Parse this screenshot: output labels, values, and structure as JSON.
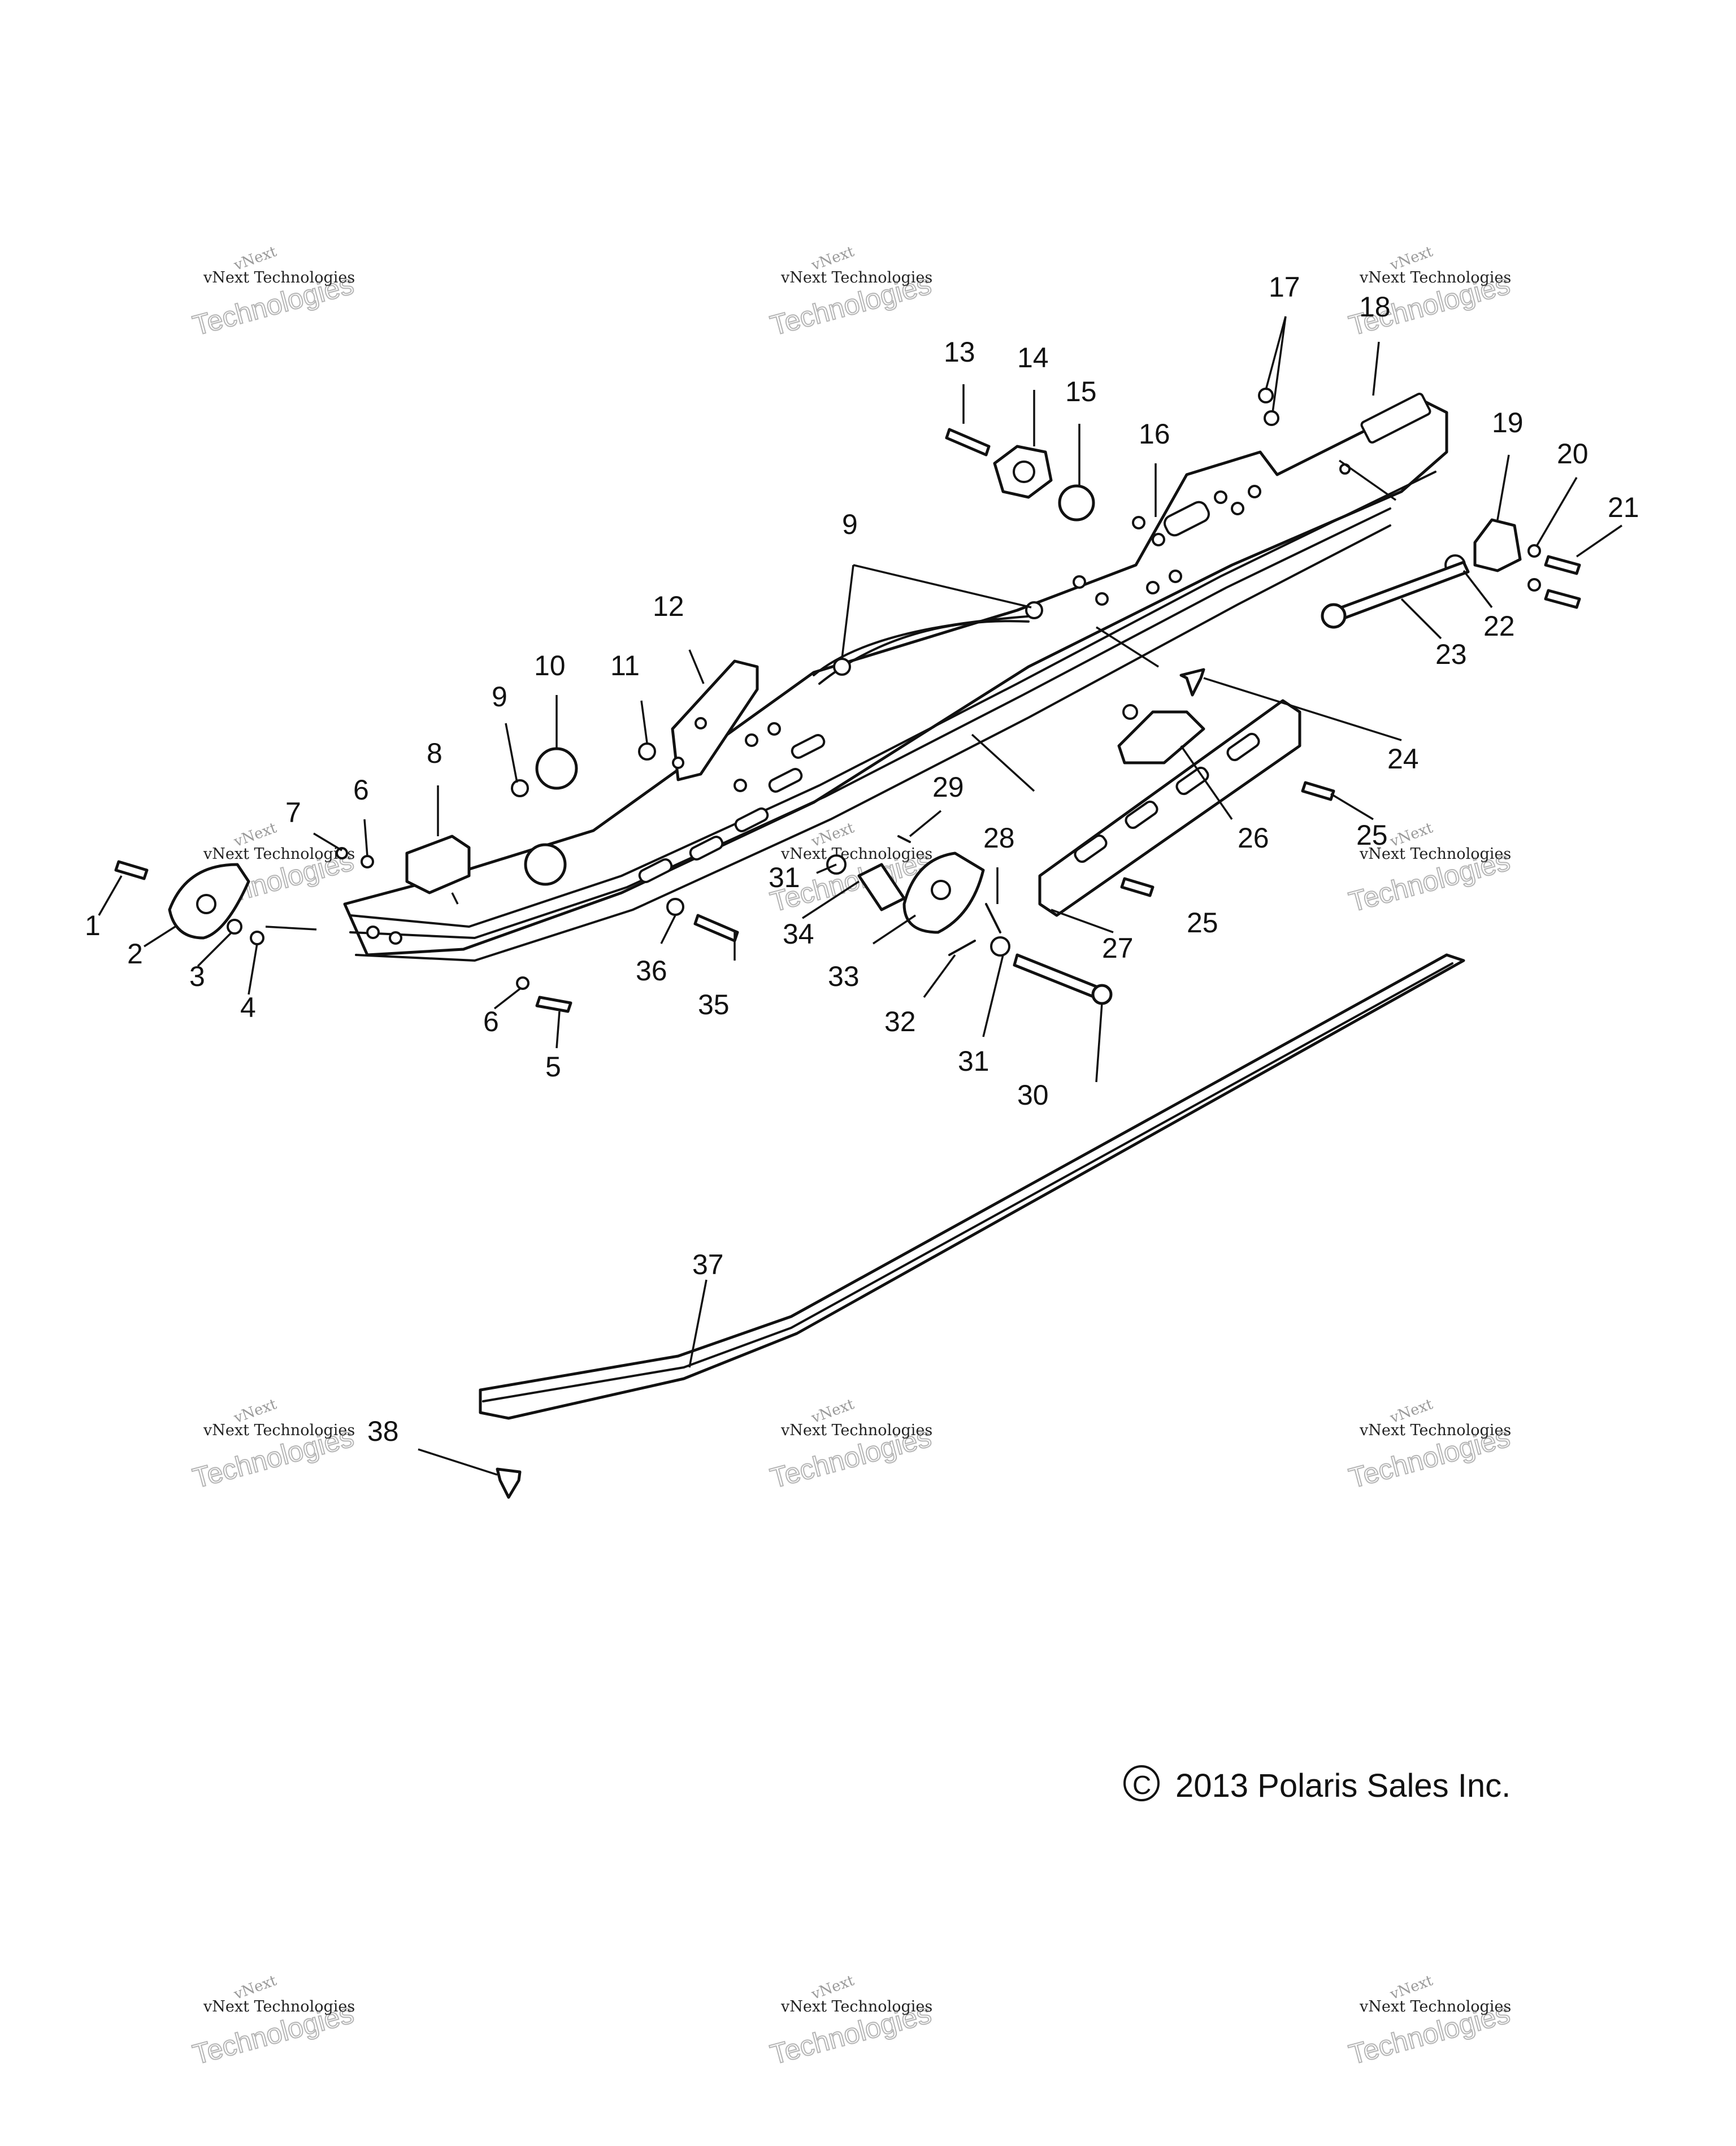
{
  "callouts": [
    "1",
    "2",
    "3",
    "4",
    "5",
    "6",
    "6",
    "7",
    "8",
    "9",
    "9",
    "10",
    "11",
    "12",
    "13",
    "14",
    "15",
    "16",
    "17",
    "18",
    "19",
    "20",
    "21",
    "22",
    "23",
    "24",
    "25",
    "25",
    "26",
    "27",
    "28",
    "29",
    "30",
    "31",
    "31",
    "32",
    "33",
    "34",
    "35",
    "36",
    "37",
    "38"
  ],
  "watermark": {
    "brand": "vNext",
    "line_small": "vNext Technologies",
    "line_big": "Technologies"
  },
  "copyright": {
    "symbol": "C",
    "text": "2013 Polaris Sales Inc."
  }
}
